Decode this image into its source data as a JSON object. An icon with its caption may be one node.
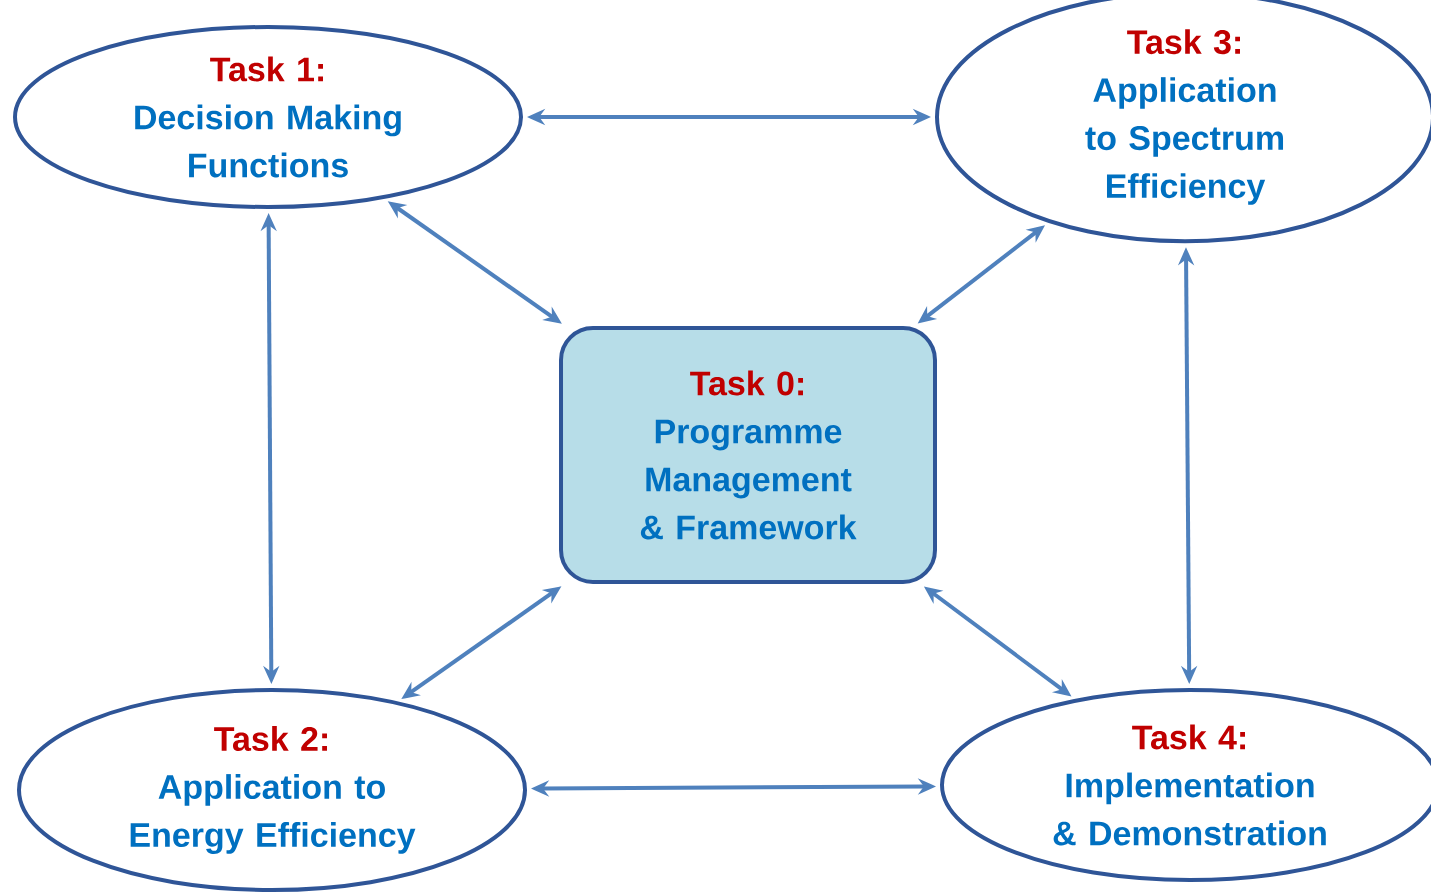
{
  "diagram": {
    "nodes": [
      {
        "text": [
          "Task 1:",
          "Decision Making Functions"
        ]
      },
      {
        "text": [
          "Task 3:",
          "Application to Spectrum Efficiency"
        ]
      },
      {
        "text": [
          "Task 0:",
          "Programme Management & Framework"
        ]
      },
      {
        "text": [
          "Task 2:",
          "Application to Energy Efficiency"
        ]
      },
      {
        "text": [
          "Task 4:",
          "Implementation & Demonstration"
        ]
      }
    ],
    "edges": [
      {
        "from": 0,
        "to": 1,
        "arrow": "both"
      },
      {
        "from": 0,
        "to": 2,
        "arrow": "both"
      },
      {
        "from": 1,
        "to": 2,
        "arrow": "both"
      },
      {
        "from": 0,
        "to": 3,
        "arrow": "both"
      },
      {
        "from": 1,
        "to": 4,
        "arrow": "both"
      },
      {
        "from": 2,
        "to": 3,
        "arrow": "both"
      },
      {
        "from": 2,
        "to": 4,
        "arrow": "both"
      },
      {
        "from": 3,
        "to": 4,
        "arrow": "both"
      }
    ]
  }
}
